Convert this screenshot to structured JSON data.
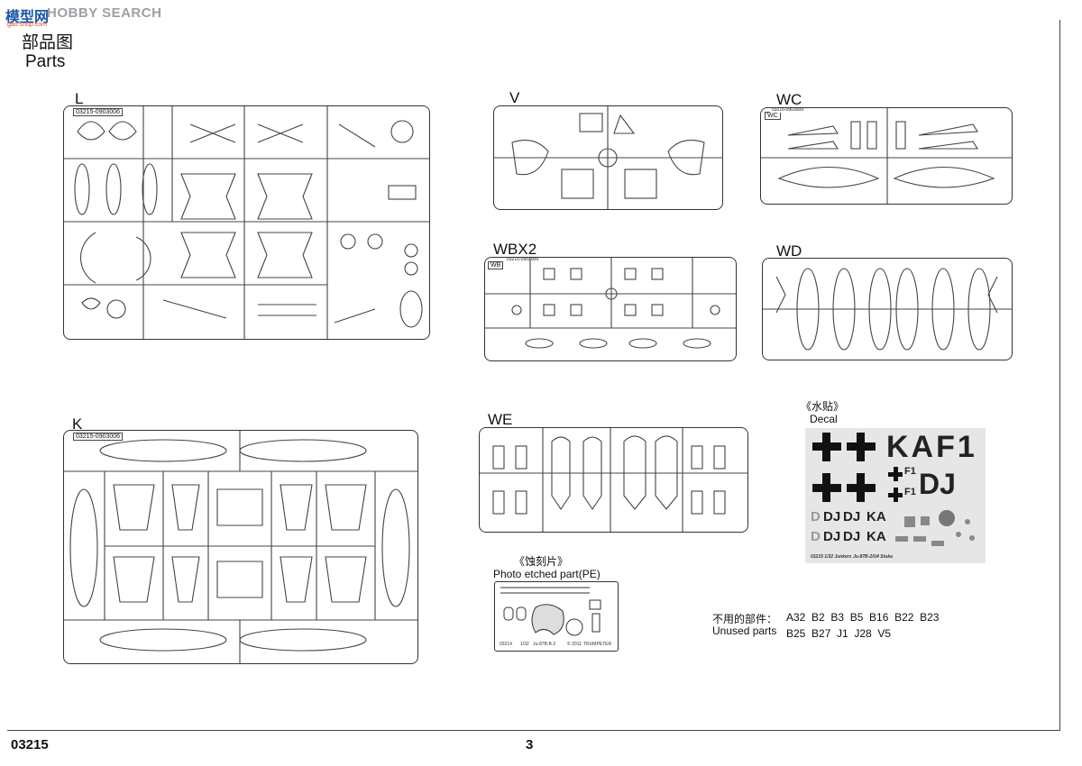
{
  "watermark": {
    "chinese": "模型网",
    "english": "HOBBY SEARCH",
    "url": "gao.shop.com"
  },
  "header": {
    "title_cn": "部品图",
    "title_en": "Parts"
  },
  "sprues": {
    "L": {
      "label": "L",
      "code": "03215-0903006"
    },
    "K": {
      "label": "K",
      "code": "03215-0903006"
    },
    "V": {
      "label": "V"
    },
    "WC": {
      "label": "WC",
      "inner": "WC",
      "code": "03215-0903009"
    },
    "WBX2": {
      "label": "WBX2",
      "inner": "WB",
      "code": "03215-0903009"
    },
    "WD": {
      "label": "WD"
    },
    "WE": {
      "label": "WE"
    }
  },
  "pe": {
    "label_cn": "《蚀刻片》",
    "label_en": "Photo etched part(PE)",
    "code_left": "03214",
    "scale": "1/32",
    "name": "Ju-87B-B-2",
    "year": "© 2011",
    "brand": "TRUMPETER"
  },
  "decal": {
    "label_cn": "《水贴》",
    "label_en": "Decal",
    "big_row1": "KAF1",
    "big_row2": "DJ",
    "small_f1a": "F1",
    "small_f1b": "F1",
    "row3": [
      "D",
      "DJ",
      "DJ",
      "KA"
    ],
    "row4": [
      "D",
      "DJ",
      "DJ",
      "KA"
    ],
    "caption": "03215 1/32 Junkers Ju-87B-2/U4 Stuka"
  },
  "unused": {
    "label_cn": "不用的部件：",
    "label_en": "Unused parts",
    "line1": "A32  B2  B3  B5  B16  B22  B23",
    "line2": "B25  B27  J1  J28  V5"
  },
  "footer": {
    "code": "03215",
    "page": "3"
  }
}
